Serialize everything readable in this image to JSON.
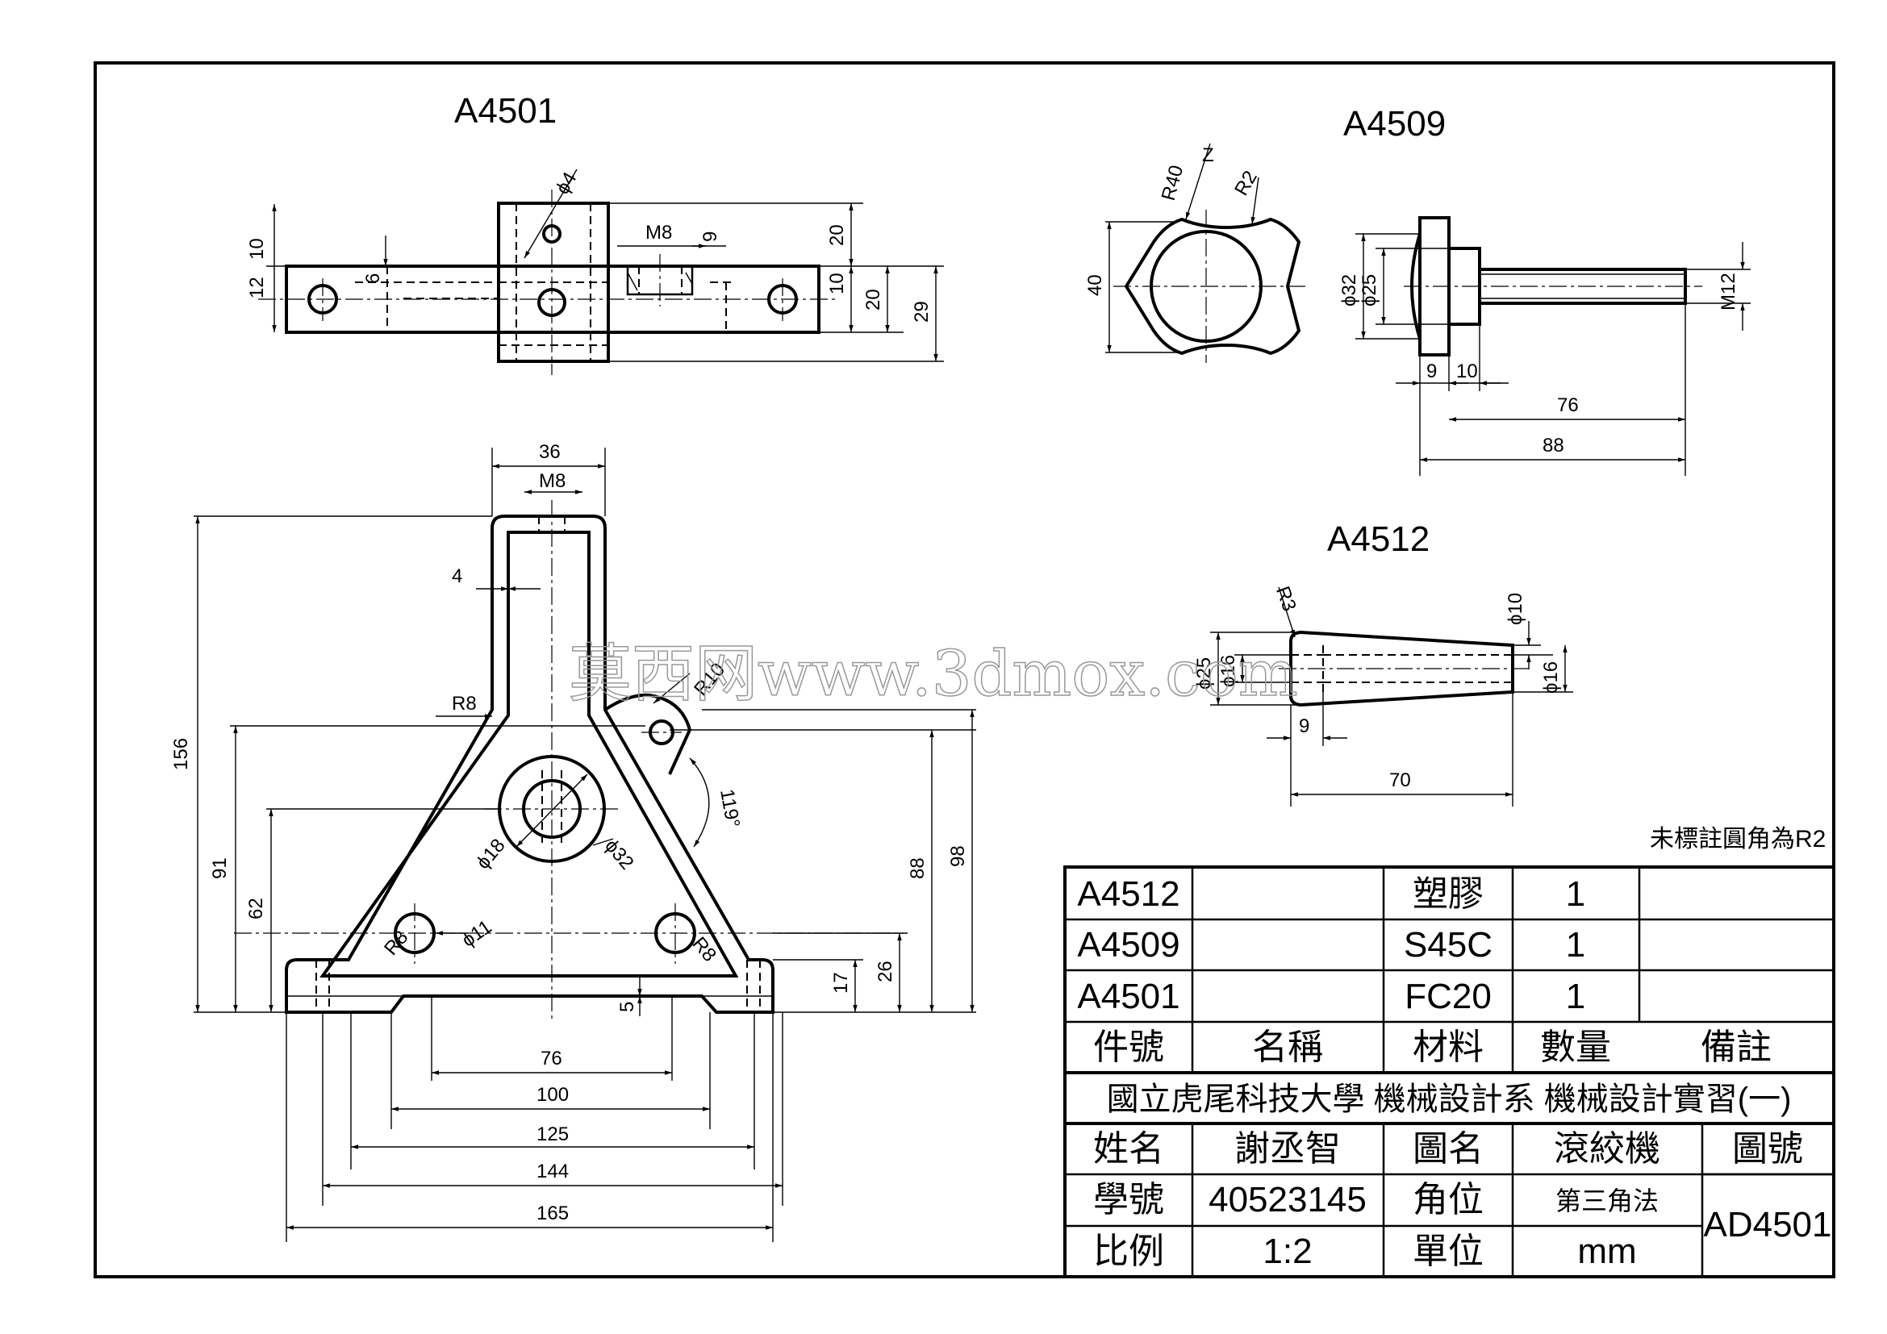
{
  "views": {
    "a4501": {
      "title": "A4501",
      "top_dims": {
        "d4": "ϕ4",
        "m8": "M8",
        "d9": "9",
        "d10": "10",
        "d12": "12",
        "d6": "6",
        "d20a": "20",
        "d10b": "10",
        "d20b": "20",
        "d29": "29"
      },
      "front_dims": {
        "d36": "36",
        "m8": "M8",
        "d4": "4",
        "r8a": "R8",
        "r10": "R10",
        "d156": "156",
        "d91": "91",
        "d62": "62",
        "d119": "119°",
        "d18": "ϕ18",
        "d32": "ϕ32",
        "r8b": "R8",
        "d11": "ϕ11",
        "r8c": "R8",
        "d88": "88",
        "d98": "98",
        "d26": "26",
        "d17": "17",
        "d5": "5",
        "d76": "76",
        "d100": "100",
        "d125": "125",
        "d144": "144",
        "d165": "165"
      }
    },
    "a4509": {
      "title": "A4509",
      "dims": {
        "r40": "R40",
        "z": "Z",
        "r2": "R2",
        "d40": "40",
        "d32": "ϕ32",
        "d25": "ϕ25",
        "m12": "M12",
        "d9": "9",
        "d10": "10",
        "d76": "76",
        "d88": "88"
      }
    },
    "a4512": {
      "title": "A4512",
      "dims": {
        "r3": "R3",
        "d10": "ϕ10",
        "d25": "ϕ25",
        "d16a": "ϕ16",
        "d16b": "ϕ16",
        "d9": "9",
        "d70": "70"
      }
    }
  },
  "note": "未標註圓角為R2",
  "watermark": "莫西网www.3dmox.com",
  "parts_list": [
    {
      "no": "A4512",
      "name": "",
      "material": "塑膠",
      "qty": "1",
      "remark": ""
    },
    {
      "no": "A4509",
      "name": "",
      "material": "S45C",
      "qty": "1",
      "remark": ""
    },
    {
      "no": "A4501",
      "name": "",
      "material": "FC20",
      "qty": "1",
      "remark": ""
    }
  ],
  "parts_header": {
    "no": "件號",
    "name": "名稱",
    "material": "材料",
    "qty": "數量",
    "remark": "備註"
  },
  "title_block": {
    "school": "國立虎尾科技大學  機械設計系  機械設計實習(一)",
    "name_label": "姓名",
    "name_value": "謝丞智",
    "drawing_label": "圖名",
    "drawing_value": "滾絞機",
    "number_label": "圖號",
    "id_label": "學號",
    "id_value": "40523145",
    "angle_label": "角位",
    "angle_value": "第三角法",
    "number_value": "AD4501",
    "scale_label": "比例",
    "scale_value": "1:2",
    "unit_label": "單位",
    "unit_value": "mm"
  },
  "colors": {
    "line": "#000000",
    "paper": "#ffffff",
    "watermark": "#999999"
  }
}
